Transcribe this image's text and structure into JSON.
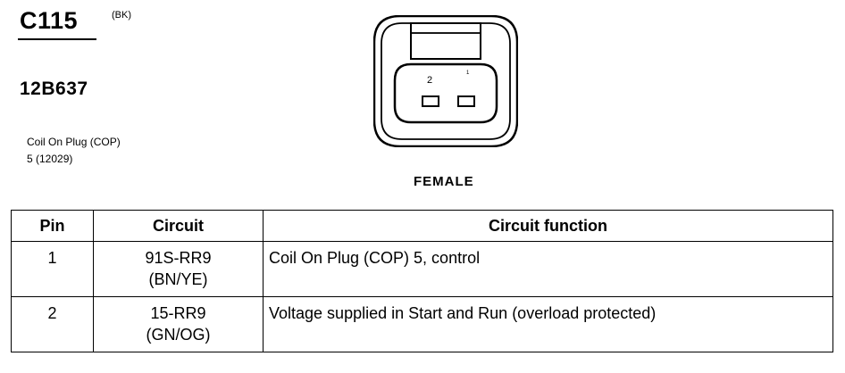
{
  "connector": {
    "id": "C115",
    "color": "(BK)",
    "part_number": "12B637",
    "description": "Coil On Plug (COP)",
    "description_2": "5 (12029)",
    "view": "FEMALE",
    "cavity_labels": [
      "2",
      "1"
    ]
  },
  "table": {
    "headers": [
      "Pin",
      "Circuit",
      "Circuit function"
    ],
    "rows": [
      {
        "pin": "1",
        "circuit": "91S-RR9",
        "wire_color": "(BN/YE)",
        "function": "Coil On Plug (COP) 5, control"
      },
      {
        "pin": "2",
        "circuit": "15-RR9",
        "wire_color": "(GN/OG)",
        "function": "Voltage supplied in Start and Run (overload protected)"
      }
    ]
  }
}
